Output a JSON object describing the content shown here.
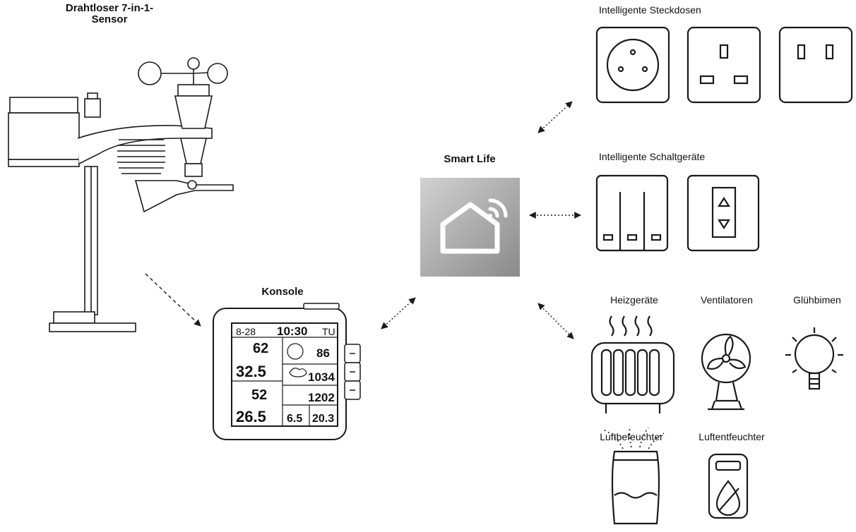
{
  "sensor": {
    "title_line1": "Drahtloser 7-in-1-",
    "title_line2": "Sensor"
  },
  "console": {
    "title": "Konsole",
    "lcd": {
      "date": "8-28",
      "time": "10:30",
      "day": "TU",
      "humidity_out": "62",
      "temp_out": "32.5",
      "humidity_in": "52",
      "temp_in": "26.5",
      "value_a": "86",
      "pressure": "1034",
      "value_b": "1202",
      "value_c": "6.5",
      "value_d": "20.3"
    }
  },
  "hub": {
    "title": "Smart Life"
  },
  "groups": {
    "sockets": {
      "title": "Intelligente Steckdosen"
    },
    "switches": {
      "title": "Intelligente Schaltgeräte"
    },
    "appliances": {
      "heater": "Heizgeräte",
      "fan": "Ventilatoren",
      "bulb": "Glühbimen",
      "humidifier": "Luftbefeuchter",
      "dehumidifier": "Luftentfeuchter"
    }
  },
  "colors": {
    "line": "#1a1a1a",
    "hub_light": "#c8c8c8",
    "hub_dark": "#8a8a8a",
    "white": "#ffffff"
  }
}
